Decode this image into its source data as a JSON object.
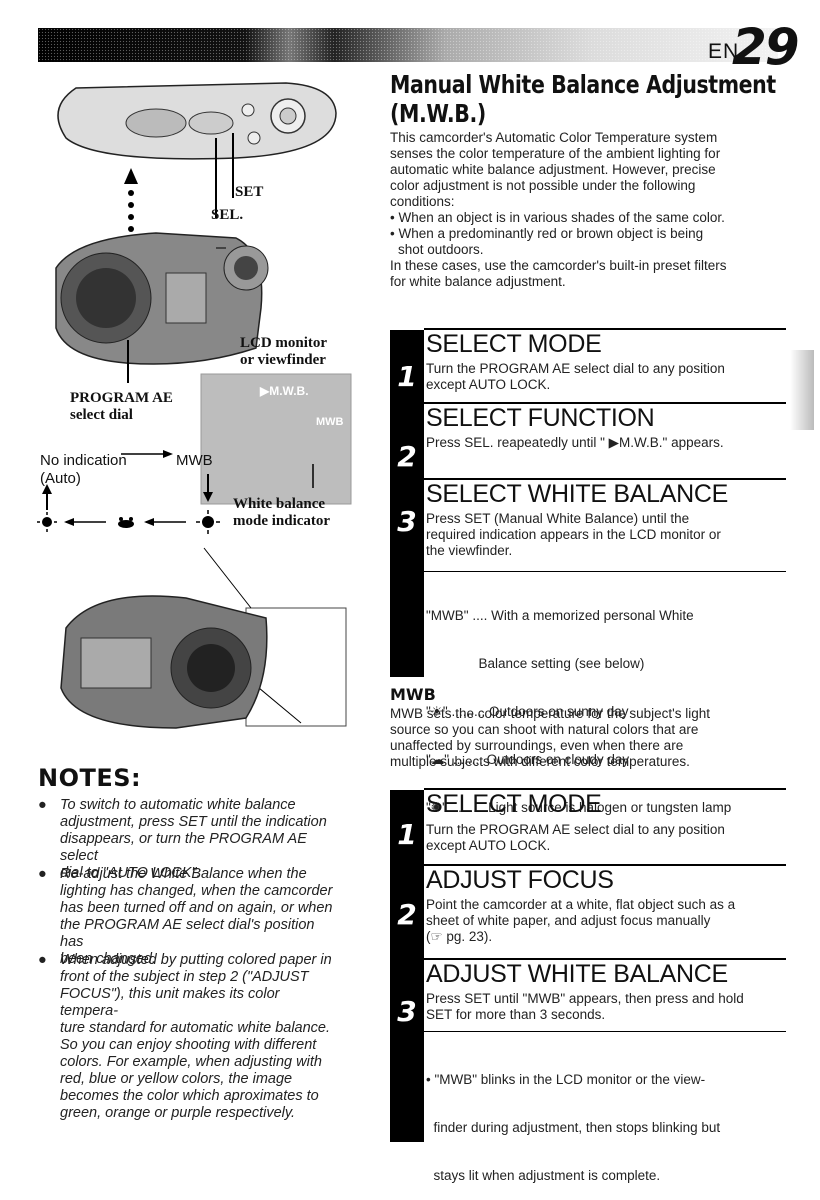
{
  "header": {
    "lang": "EN",
    "page_number": "29"
  },
  "section": {
    "title_line1": "Manual White Balance Adjustment",
    "title_line2": "(M.W.B.)",
    "intro": [
      "This camcorder's Automatic Color Temperature system",
      "senses the color temperature of the ambient lighting for",
      "automatic white balance adjustment. However, precise",
      "color adjustment is not possible under the following",
      "conditions:",
      "• When an object is in various shades of the same color.",
      "• When a predominantly red or brown object is being",
      "  shot outdoors.",
      "In these cases, use the camcorder's built-in preset filters",
      "for white balance adjustment."
    ]
  },
  "steps_a": [
    {
      "num": "1",
      "title": "SELECT MODE",
      "lines": [
        "Turn the PROGRAM AE select dial to any position",
        "except AUTO LOCK."
      ]
    },
    {
      "num": "2",
      "title": "SELECT FUNCTION",
      "lines": [
        "Press SEL. reapeatedly until \" ▶M.W.B.\" appears."
      ]
    },
    {
      "num": "3",
      "title": "SELECT WHITE BALANCE",
      "lines": [
        "Press SET (Manual White Balance) until the",
        "required indication appears in the LCD monitor or",
        "the viewfinder."
      ]
    }
  ],
  "wb_options": [
    "\"MWB\" .... With a memorized personal White",
    "              Balance setting (see below)",
    "\"☀\" ......... Outdoors on sunny day",
    "\"☁\" ........ Outdoors on cloudy day",
    "\"✺\" ......... Light source is halogen or tungsten lamp"
  ],
  "mwb": {
    "heading": "MWB",
    "lines": [
      "MWB sets the color temperature for the subject's light",
      "source so you can shoot with natural colors that are",
      "unaffected by surroundings, even when there are",
      "multiple subjects with different color temperatures."
    ]
  },
  "steps_b": [
    {
      "num": "1",
      "title": "SELECT MODE",
      "lines": [
        "Turn the PROGRAM AE select dial to any position",
        "except AUTO LOCK."
      ]
    },
    {
      "num": "2",
      "title": "ADJUST FOCUS",
      "lines": [
        "Point the camcorder at a white, flat object such as a",
        "sheet of white paper, and adjust focus manually",
        "(☞ pg. 23)."
      ]
    },
    {
      "num": "3",
      "title": "ADJUST WHITE BALANCE",
      "lines": [
        "Press SET until \"MWB\" appears, then press and hold",
        "SET for more than 3 seconds."
      ]
    }
  ],
  "final_note": [
    "• \"MWB\" blinks in the LCD monitor or the view-",
    "  finder during adjustment, then stops blinking but",
    "  stays lit when adjustment is complete."
  ],
  "diagram": {
    "set_label": "SET",
    "sel_label": "SEL.",
    "lcd_label_1": "LCD monitor",
    "lcd_label_2": "or viewfinder",
    "program_label_1": "PROGRAM AE",
    "program_label_2": "select dial",
    "screen_line1": "▶M.W.B.",
    "screen_line2": "MWB",
    "no_indication": "No indication",
    "mwb_arrow_label": "MWB",
    "auto_label": "(Auto)",
    "wb_label_1": "White balance",
    "wb_label_2": "mode indicator"
  },
  "notes": {
    "title": "NOTES:",
    "items": [
      [
        "To switch to automatic white balance",
        "adjustment, press SET until the indication",
        "disappears, or turn the PROGRAM AE select",
        "dial to \"AUTO LOCK\"."
      ],
      [
        "Re-adjust the White Balance when the",
        "lighting has changed, when the camcorder",
        "has been turned off and on again, or when",
        "the PROGRAM AE select dial's position has",
        "been changed."
      ],
      [
        "When adjusted by putting colored paper in",
        "front of the subject in step 2 (\"ADJUST",
        "FOCUS\"), this unit makes its color tempera-",
        "ture standard for automatic white balance.",
        "So you can enjoy shooting with different",
        "colors. For example, when adjusting with",
        "red, blue or yellow colors, the image",
        "becomes the color which aproximates to",
        "green, orange or purple respectively."
      ]
    ]
  }
}
